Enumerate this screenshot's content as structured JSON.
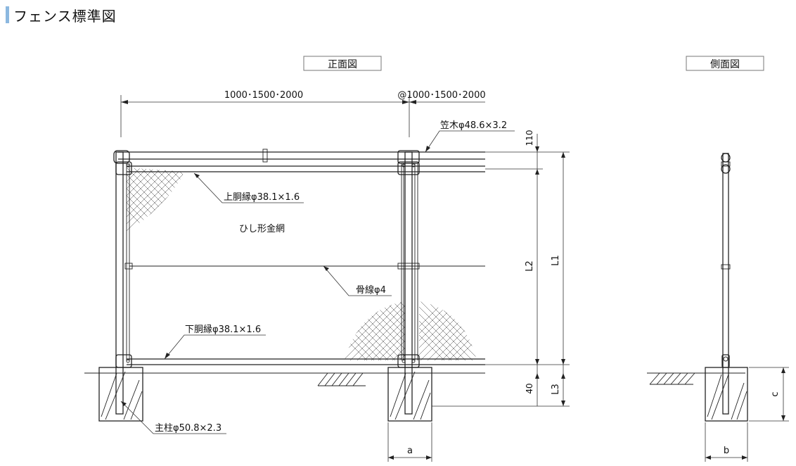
{
  "page": {
    "title": "フェンス標準図"
  },
  "views": {
    "front": "正面図",
    "side": "側面図"
  },
  "dimensions": {
    "span": "1000･1500･2000",
    "pitch": "@1000･1500･2000",
    "top_gap": "110",
    "bottom_gap": "40",
    "l1": "L1",
    "l2": "L2",
    "l3": "L3",
    "a": "a",
    "b": "b",
    "c": "c"
  },
  "labels": {
    "top_rail": "笠木φ48.6×3.2",
    "upper_rail": "上胴縁φ38.1×1.6",
    "mesh": "ひし形金網",
    "wire": "骨線φ4",
    "lower_rail": "下胴縁φ38.1×1.6",
    "post": "主柱φ50.8×2.3"
  },
  "colors": {
    "accent": "#8cb8e0",
    "line": "#222222"
  }
}
